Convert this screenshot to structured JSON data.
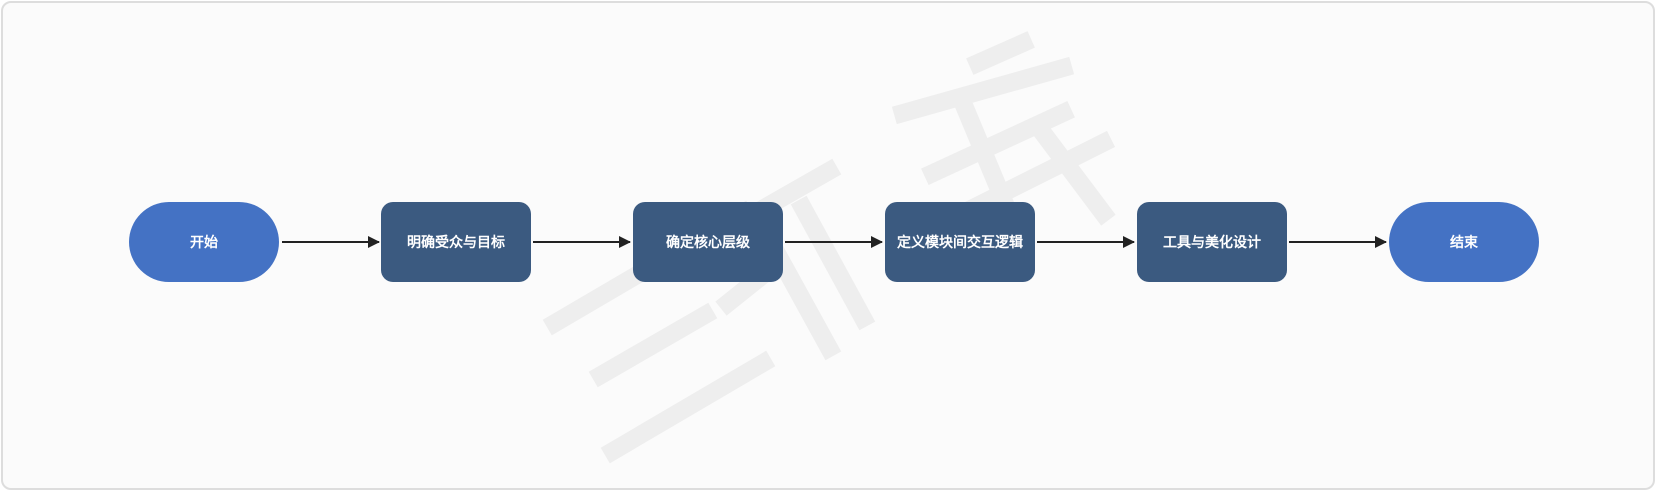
{
  "flowchart": {
    "nodes": [
      {
        "id": "start",
        "label": "开始",
        "shape": "terminal"
      },
      {
        "id": "step1",
        "label": "明确受众与目标",
        "shape": "process"
      },
      {
        "id": "step2",
        "label": "确定核心层级",
        "shape": "process"
      },
      {
        "id": "step3",
        "label": "定义模块间交互逻辑",
        "shape": "process"
      },
      {
        "id": "step4",
        "label": "工具与美化设计",
        "shape": "process"
      },
      {
        "id": "end",
        "label": "结束",
        "shape": "terminal"
      }
    ],
    "edges": [
      {
        "from": "start",
        "to": "step1"
      },
      {
        "from": "step1",
        "to": "step2"
      },
      {
        "from": "step2",
        "to": "step3"
      },
      {
        "from": "step3",
        "to": "step4"
      },
      {
        "from": "step4",
        "to": "end"
      }
    ]
  },
  "colors": {
    "terminal_fill": "#4472c4",
    "process_fill": "#3b5a80",
    "node_text": "#ffffff",
    "edge": "#222222",
    "background": "#fbfbfb",
    "border": "#dddddd",
    "watermark": "#eeeeee"
  }
}
